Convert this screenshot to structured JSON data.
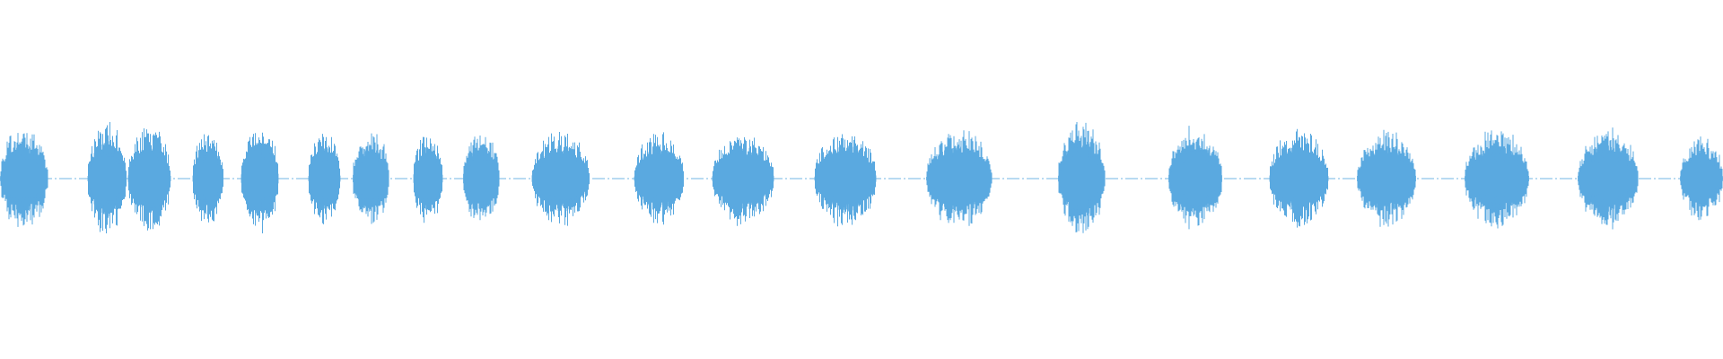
{
  "waveform": {
    "color": "#5aa9e0",
    "background": "#ffffff",
    "duration_seconds": 64,
    "amplitude_range": [
      -1,
      1
    ],
    "baseline_amplitude": 0.01,
    "bursts": [
      {
        "start": 0.0,
        "end": 1.78,
        "peak": 0.2
      },
      {
        "start": 3.25,
        "end": 4.7,
        "peak": 0.22
      },
      {
        "start": 4.75,
        "end": 6.35,
        "peak": 0.2
      },
      {
        "start": 7.15,
        "end": 8.3,
        "peak": 0.19
      },
      {
        "start": 8.95,
        "end": 10.35,
        "peak": 0.21
      },
      {
        "start": 11.45,
        "end": 12.65,
        "peak": 0.18
      },
      {
        "start": 13.1,
        "end": 14.45,
        "peak": 0.19
      },
      {
        "start": 15.35,
        "end": 16.45,
        "peak": 0.18
      },
      {
        "start": 17.2,
        "end": 18.55,
        "peak": 0.19
      },
      {
        "start": 19.75,
        "end": 21.9,
        "peak": 0.19
      },
      {
        "start": 23.55,
        "end": 25.4,
        "peak": 0.18
      },
      {
        "start": 26.45,
        "end": 28.75,
        "peak": 0.18
      },
      {
        "start": 30.25,
        "end": 32.55,
        "peak": 0.19
      },
      {
        "start": 34.4,
        "end": 36.85,
        "peak": 0.19
      },
      {
        "start": 39.3,
        "end": 41.05,
        "peak": 0.22
      },
      {
        "start": 43.4,
        "end": 45.4,
        "peak": 0.2
      },
      {
        "start": 47.15,
        "end": 49.35,
        "peak": 0.19
      },
      {
        "start": 50.4,
        "end": 52.6,
        "peak": 0.19
      },
      {
        "start": 54.4,
        "end": 56.8,
        "peak": 0.19
      },
      {
        "start": 58.6,
        "end": 60.85,
        "peak": 0.19
      },
      {
        "start": 62.4,
        "end": 64.0,
        "peak": 0.16
      }
    ]
  }
}
